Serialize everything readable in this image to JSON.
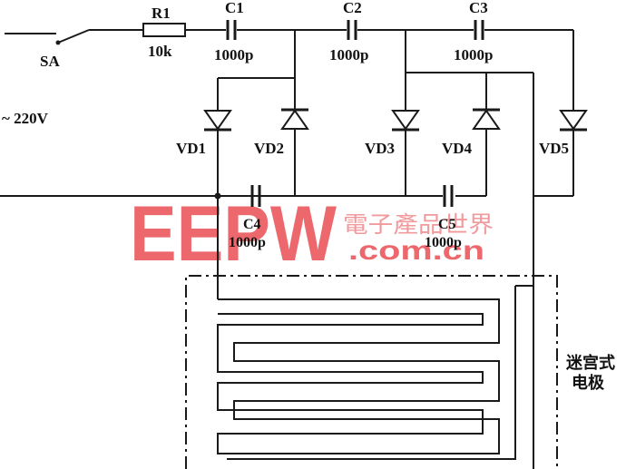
{
  "labels": {
    "switch": "SA",
    "resistor_name": "R1",
    "resistor_value": "10k",
    "c1_name": "C1",
    "c1_value": "1000p",
    "c2_name": "C2",
    "c2_value": "1000p",
    "c3_name": "C3",
    "c3_value": "1000p",
    "c4_name": "C4",
    "c4_value": "1000p",
    "c5_name": "C5",
    "c5_value": "1000p",
    "source": "~ 220V",
    "vd1": "VD1",
    "vd2": "VD2",
    "vd3": "VD3",
    "vd4": "VD4",
    "vd5": "VD5",
    "electrode_line1": "迷宫式",
    "electrode_line2": "电极"
  },
  "watermark": {
    "brand": "EEPW",
    "chinese": "電子產品世界",
    "url": ".com.cn",
    "color": "#e8474d"
  }
}
